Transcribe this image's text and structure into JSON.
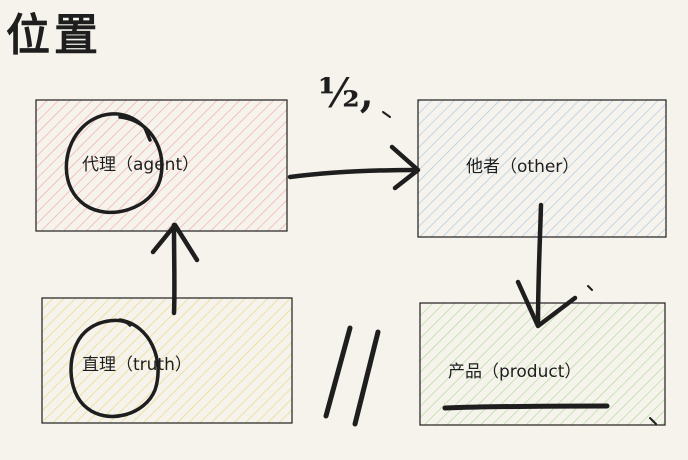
{
  "diagram": {
    "title": "位置",
    "nodes": {
      "agent": {
        "label": "代理（agent）",
        "fill": "#f4c7c7",
        "stroke": "#1e1e1e"
      },
      "other": {
        "label": "他者（other）",
        "fill": "#c7dcf0",
        "stroke": "#1e1e1e"
      },
      "truth": {
        "label": "直理（truth）",
        "fill": "#f3e9a6",
        "stroke": "#1e1e1e"
      },
      "product": {
        "label": "产品（product）",
        "fill": "#c9ebb9",
        "stroke": "#1e1e1e"
      }
    },
    "annotations": {
      "agent_to_other_mark": "½,",
      "between_bottom_mark": "//"
    },
    "edges": [
      {
        "from": "agent",
        "to": "other"
      },
      {
        "from": "truth",
        "to": "agent"
      },
      {
        "from": "other",
        "to": "product"
      }
    ],
    "colors": {
      "background": "#f6f3ec",
      "ink": "#1e1e1e"
    }
  }
}
